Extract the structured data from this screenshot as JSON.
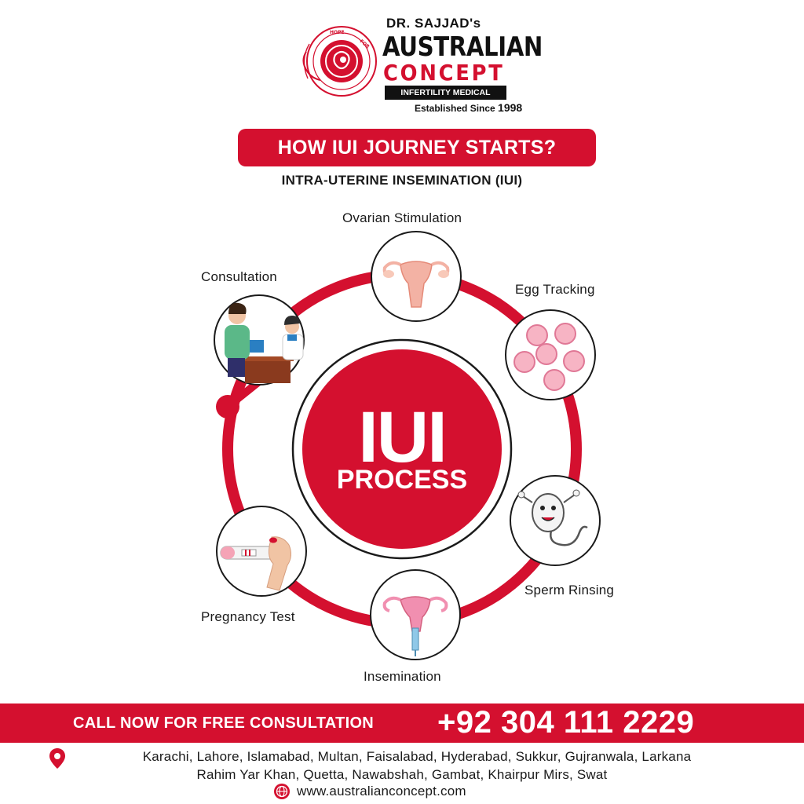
{
  "logo": {
    "doctor": "DR. SAJJAD's",
    "brand_line1": "AUSTRALIAN",
    "brand_line2": "CONCEPT",
    "subtitle": "INFERTILITY MEDICAL CENTER",
    "established": "Established Since",
    "year": "1998",
    "ring_text_left": "HOPE",
    "ring_text_right": "FOR"
  },
  "title": "HOW IUI JOURNEY STARTS?",
  "subtitle": "INTRA-UTERINE INSEMINATION (IUI)",
  "center": {
    "line1": "IUI",
    "line2": "PROCESS"
  },
  "steps": [
    {
      "label": "Consultation",
      "icon": "consultation-icon"
    },
    {
      "label": "Ovarian Stimulation",
      "icon": "uterus-icon"
    },
    {
      "label": "Egg Tracking",
      "icon": "eggs-icon"
    },
    {
      "label": "Sperm Rinsing",
      "icon": "sperm-icon"
    },
    {
      "label": "Insemination",
      "icon": "insemination-icon"
    },
    {
      "label": "Pregnancy Test",
      "icon": "pregnancy-test-icon"
    }
  ],
  "footer": {
    "cta": "CALL NOW FOR FREE CONSULTATION",
    "phone": "+92 304 111 2229",
    "cities_line1": "Karachi, Lahore, Islamabad, Multan, Faisalabad, Hyderabad, Sukkur, Gujranwala, Larkana",
    "cities_line2": "Rahim Yar Khan, Quetta, Nawabshah, Gambat, Khairpur Mirs, Swat",
    "website": "www.australianconcept.com"
  },
  "colors": {
    "brand_red": "#d4102f",
    "text_dark": "#1a1a1a",
    "white": "#ffffff"
  }
}
